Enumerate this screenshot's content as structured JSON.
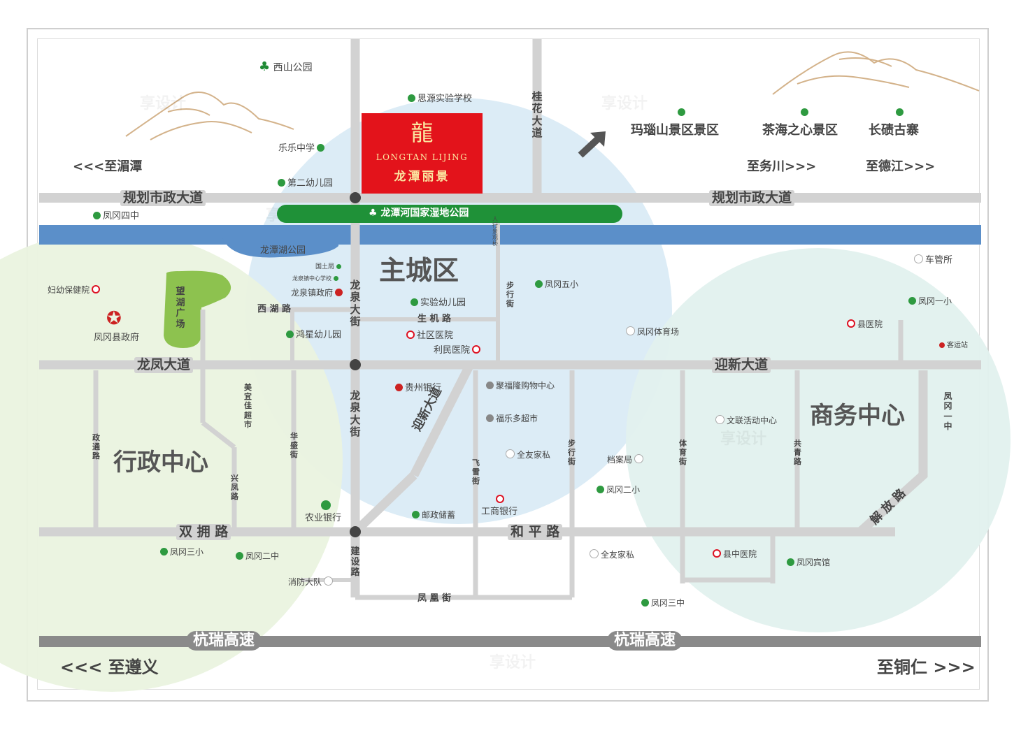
{
  "project": {
    "logo_mark": "龍",
    "name_en": "LONGTAN LIJING",
    "name_cn": "龙潭丽景"
  },
  "zones": {
    "main": "主城区",
    "admin": "行政中心",
    "business": "商务中心"
  },
  "highway": {
    "label_left": "杭瑞高速",
    "label_right": "杭瑞高速",
    "to_left": "<<< 至遵义",
    "to_right": "至铜仁 >>>"
  },
  "destinations": {
    "meitan": "<<<至湄潭",
    "wuchuan": "至务川>>>",
    "dejiang": "至德江>>>"
  },
  "scenic": {
    "mayao": "玛瑙山景区景区",
    "chahai": "茶海之心景区",
    "changqi": "长碛古寨"
  },
  "roads": {
    "guihua_left": "规划市政大道",
    "guihua_right": "规划市政大道",
    "longfeng": "龙凤大道",
    "yingxin": "迎新大道",
    "shuangyong": "双 拥 路",
    "heping": "和 平 路",
    "xihu": "西 湖 路",
    "shengji": "生 机 路",
    "fenghuang": "凤 凰 街",
    "guihuadadao": "桂花大道",
    "longquan_n": "龙泉大街",
    "longquan_s": "龙泉大街",
    "yingxin_diag": "迎新大道",
    "jianshe": "建设路",
    "zhengtong": "政通路",
    "xingfeng": "兴凤路",
    "huasheng": "华盛街",
    "feixue": "飞雪街",
    "buxing_n": "步行街",
    "buxing_s": "步行街",
    "tiyu": "体育街",
    "gongqing": "共青路",
    "jiefang": "解 放 路",
    "renxing_bridge": "人行景观桥"
  },
  "pois": {
    "xishan": "西山公园",
    "siyuan": "思源实验学校",
    "lele": "乐乐中学",
    "dier_you": "第二幼儿园",
    "wetland": "龙潭河国家湿地公园",
    "fenggang4": "凤冈四中",
    "longtanhu": "龙潭湖公园",
    "guotu": "国土局",
    "longquan_school": "龙泉镇中心学校",
    "longquan_gov": "龙泉镇政府",
    "fuyou": "妇幼保健院",
    "wanghu": "望湖广场",
    "county_gov": "凤冈县政府",
    "shiyan_you": "实验幼儿园",
    "shequ": "社区医院",
    "limin": "利民医院",
    "hongxing": "鸿星幼儿园",
    "fenggang5": "凤冈五小",
    "tiyuchang": "凤冈体育场",
    "cheguan": "车管所",
    "fenggang1x": "凤冈一小",
    "xianyiyuan": "县医院",
    "keyun": "客运站",
    "fenggang1z": "凤冈一中",
    "guizhou_bank": "贵州银行",
    "jufulong": "聚福隆购物中心",
    "fulede": "福乐多超市",
    "quanyou1": "全友家私",
    "meiyi": "美宜佳超市",
    "wenlian": "文联活动中心",
    "dangan": "档案局",
    "fenggang2x": "凤冈二小",
    "nongye": "农业银行",
    "youzheng": "邮政储蓄",
    "gongshang": "工商银行",
    "fenggang3x": "凤冈三小",
    "fenggang2z": "凤冈二中",
    "xiaofang": "消防大队",
    "quanyou2": "全友家私",
    "zhongyi": "县中医院",
    "binguan": "凤冈宾馆",
    "fenggang3z": "凤冈三中"
  },
  "watermark": "享设计",
  "colors": {
    "brand_red": "#e3131b",
    "wetland_green": "#1f9138",
    "river_blue": "#5b8fc9",
    "road_gray": "#d2d2d2",
    "highway_gray": "#8a8a8a",
    "main_zone_fill": "#dcecf6",
    "admin_zone_fill": "#eaf3df",
    "business_zone_fill": "#e2f1ee"
  }
}
